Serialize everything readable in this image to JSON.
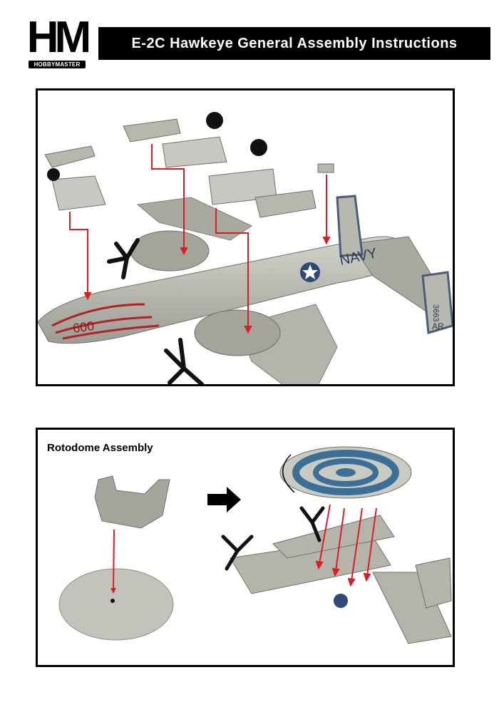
{
  "logo": {
    "letters": "HM",
    "subtitle": "HOBBYMASTER"
  },
  "header": {
    "title": "E-2C Hawkeye General Assembly Instructions"
  },
  "rotodome": {
    "heading": "Rotodome Assembly"
  },
  "aircraft": {
    "navy_text": "NAVY",
    "tail_number": "3663",
    "tail_code": "AR",
    "nose_number": "600"
  },
  "colors": {
    "airframe": "#b9bab0",
    "arrow": "#e01b24",
    "dome_stripe": "#3a6f97",
    "black": "#000000"
  }
}
